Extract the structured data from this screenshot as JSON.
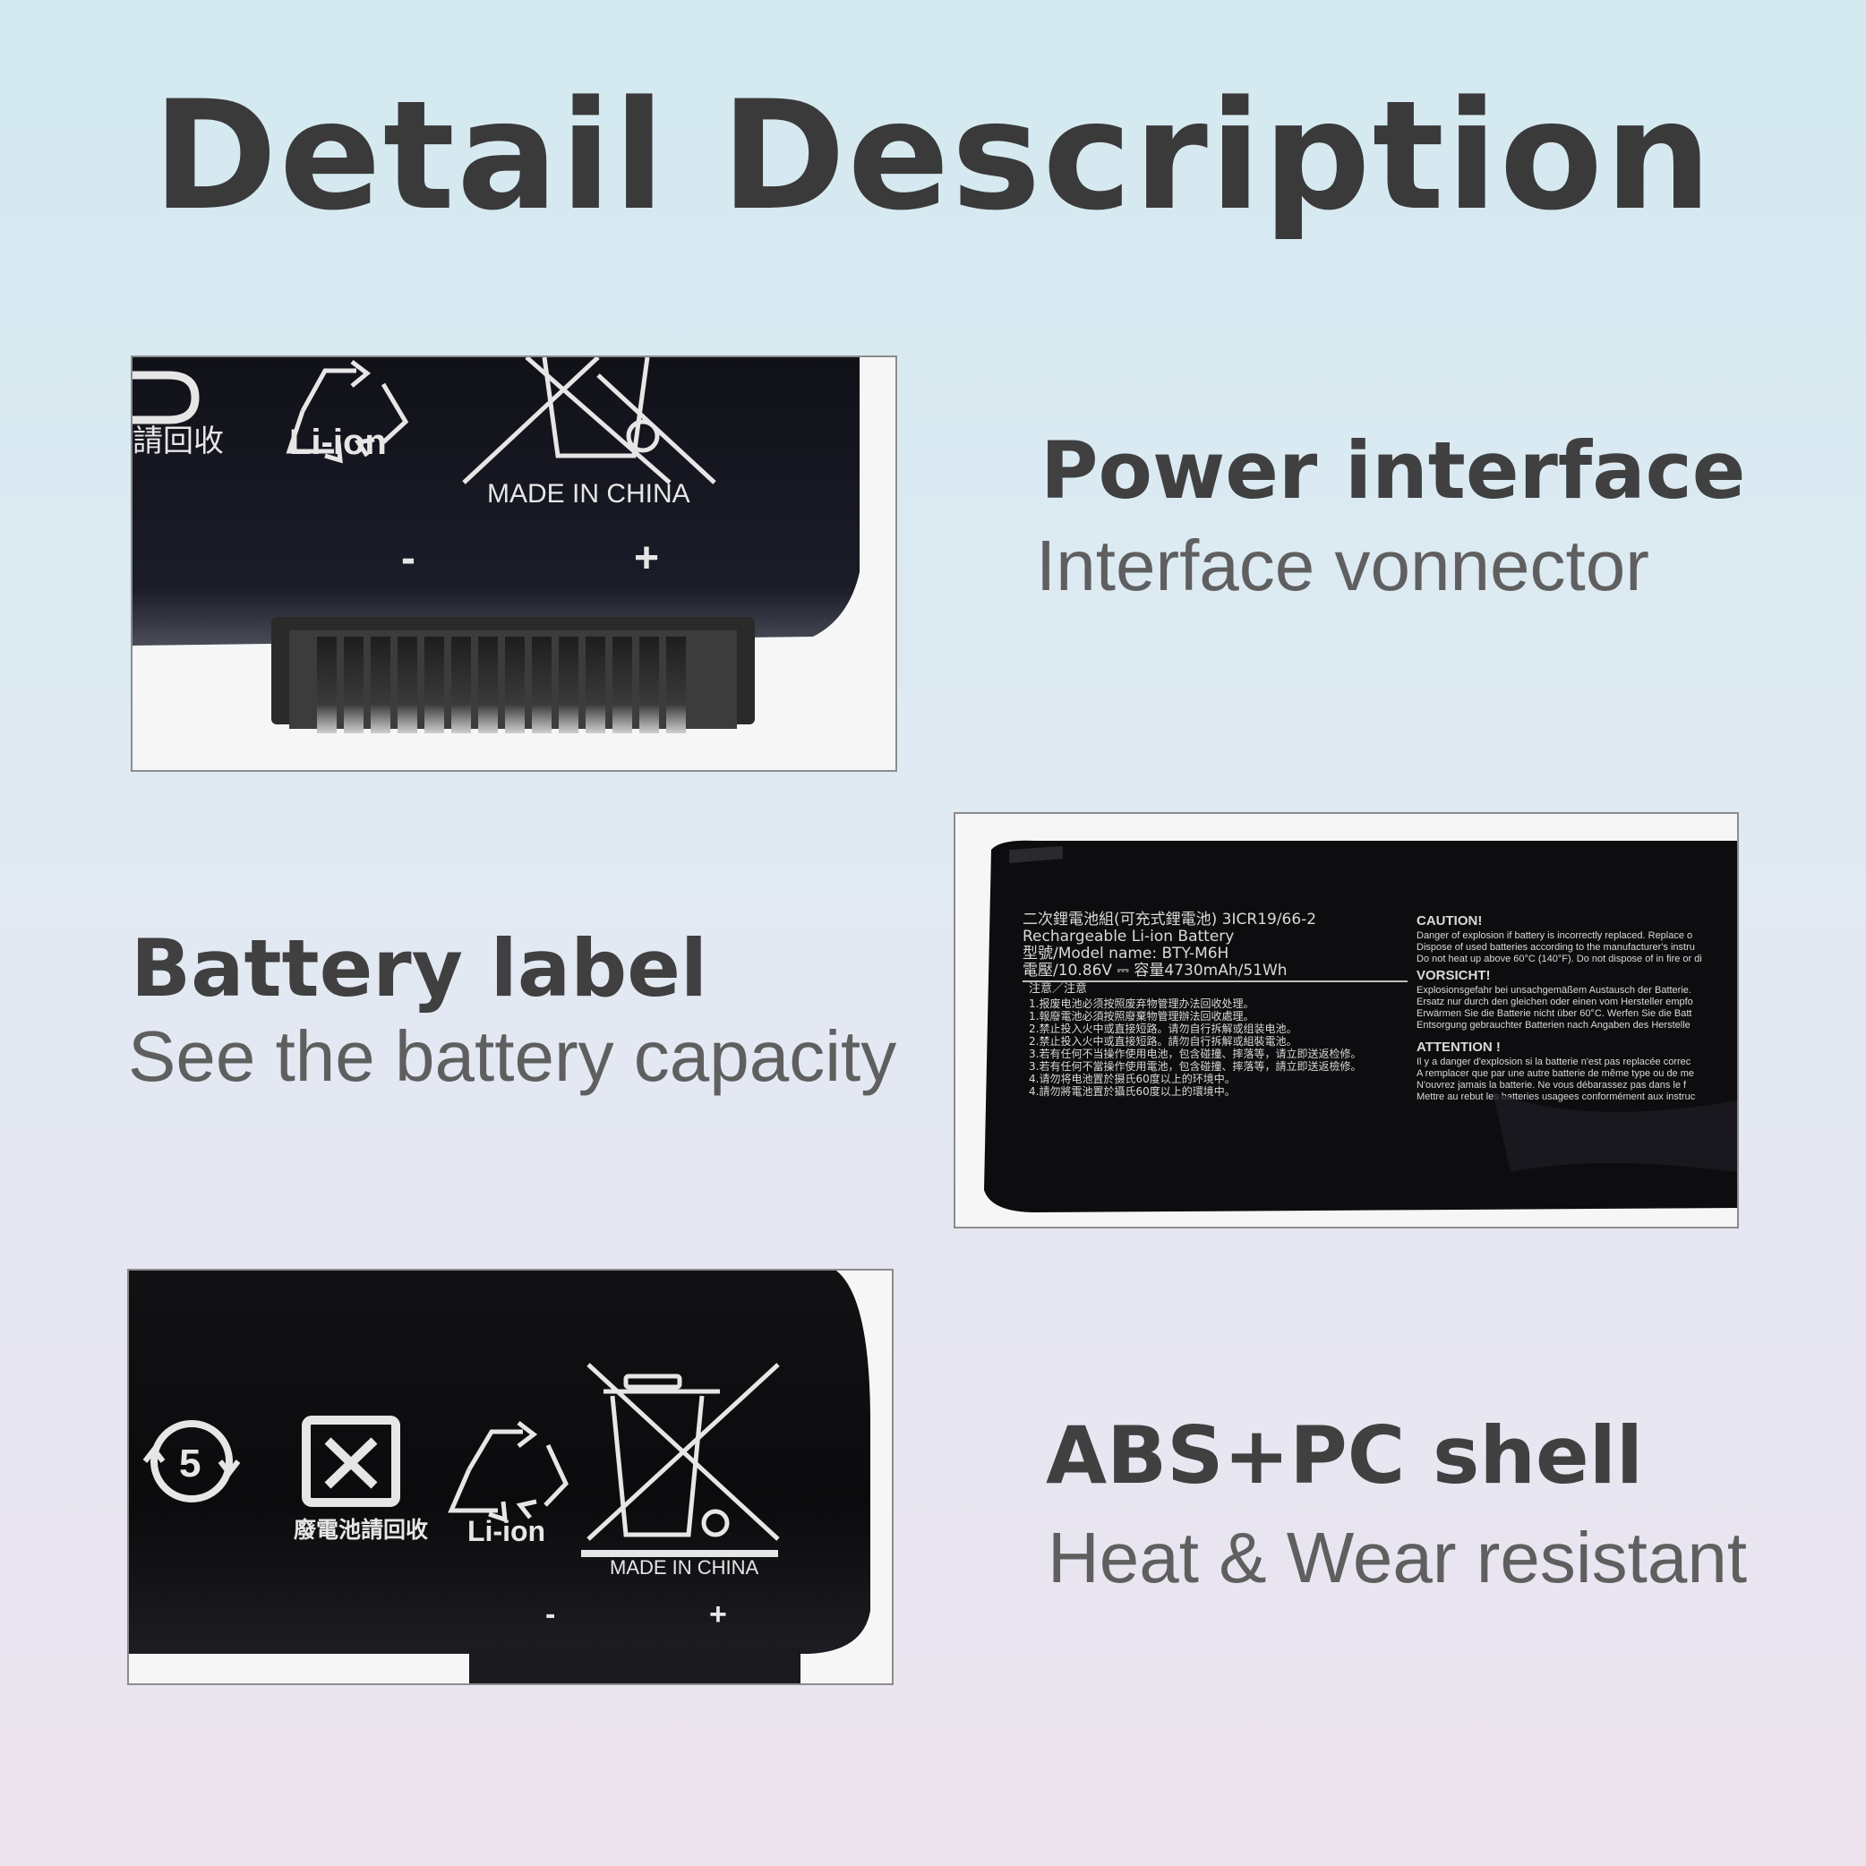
{
  "page": {
    "title": "Detail Description"
  },
  "sections": [
    {
      "heading": "Power interface",
      "subtitle": "Interface vonnector",
      "photo": {
        "marks": [
          "Li-ion",
          "MADE IN CHINA",
          "-",
          "+"
        ],
        "cjk_text": "請回收"
      }
    },
    {
      "heading": "Battery label",
      "subtitle": "See the battery capacity",
      "photo": {
        "label_lines": [
          "二次鋰電池組(可充式鋰電池)  3ICR19/66-2",
          "Rechargeable Li-ion Battery",
          "型號/Model name: BTY-M6H",
          "電壓/10.86V ⎓ 容量4730mAh/51Wh",
          "注意／注意",
          "1.报废电池必须按照废弃物管理办法回收处理。",
          "1.報廢電池必須按照廢棄物管理辦法回收處理。",
          "2.禁止投入火中或直接短路。请勿自行拆解或组装电池。",
          "2.禁止投入火中或直接短路。請勿自行拆解或組裝電池。",
          "3.若有任何不当操作使用电池，包含碰撞、摔落等，请立即送返检修。",
          "3.若有任何不當操作使用電池，包含碰撞、摔落等，請立即送返檢修。",
          "4.请勿将电池置於摄氏60度以上的环境中。",
          "4.請勿將電池置於攝氏60度以上的環境中。"
        ],
        "warning_blocks": [
          {
            "title": "CAUTION!",
            "lines": [
              "Danger of explosion if battery is incorrectly replaced. Replace o",
              "Dispose of used batteries according to the manufacturer's instru",
              "Do not heat up above 60°C (140°F). Do not dispose of in fire or di"
            ]
          },
          {
            "title": "VORSICHT!",
            "lines": [
              "Explosionsgefahr bei unsachgemäßem Austausch der Batterie.",
              "Ersatz nur durch den gleichen oder einen vom Hersteller empfo",
              "Erwärmen Sie die Batterie nicht über 60°C. Werfen Sie die Batt",
              "Entsorgung gebrauchter Batterien nach Angaben des Herstelle"
            ]
          },
          {
            "title": "ATTENTION !",
            "lines": [
              "Il y a danger d'explosion si la batterie n'est pas replacée correc",
              "A remplacer que par une autre batterie de même type ou de me",
              "N'ouvrez jamais la batterie. Ne vous débarassez pas dans le f",
              "Mettre au rebut les batteries usagees conformément aux instruc"
            ]
          }
        ]
      }
    },
    {
      "heading": "ABS+PC shell",
      "subtitle": "Heat & Wear resistant",
      "photo": {
        "marks": [
          "Li-ion",
          "MADE IN CHINA",
          "-",
          "+"
        ],
        "cjk_text": "廢電池請回收",
        "badge_number": "5"
      }
    }
  ],
  "colors": {
    "title": "#3a3a3a",
    "heading": "#404040",
    "subtitle": "#5f5f5f",
    "battery_body": "#0d0d10",
    "print": "#e6e6e6",
    "frame_border": "#8c8c8c"
  }
}
